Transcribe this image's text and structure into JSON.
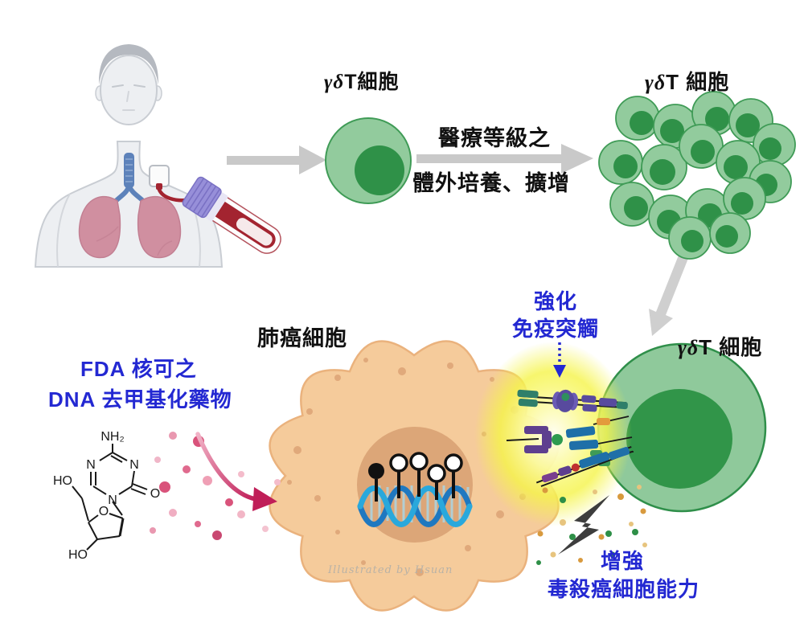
{
  "labels": {
    "greek": "γδ",
    "tcell_compact": "T細胞",
    "tcell_spaced": "T 細胞",
    "process_line1": "醫療等級之",
    "process_line2": "體外培養、擴增",
    "cancer_cell": "肺癌細胞",
    "synapse_line1": "強化",
    "synapse_line2": "免疫突觸",
    "drug_line1": "FDA 核可之",
    "drug_line2": "DNA 去甲基化藥物",
    "effect_line1": "增強",
    "effect_line2": "毒殺癌細胞能力",
    "watermark": "Illustrated by Hsuan"
  },
  "molecule": {
    "amine": "NH₂",
    "n_top_left": "N",
    "n_top_right": "N",
    "n_bottom": "N",
    "carbonyl_o": "O",
    "ring_o": "O",
    "hydroxyl_top": "HO",
    "hydroxyl_bottom": "HO"
  },
  "colors": {
    "label_blue": "#2328d2",
    "tcell_body": "#92cb9d",
    "tcell_nucleus": "#2f9148",
    "cancer_body": "#f5cb9b",
    "cancer_nucleus": "#dca678",
    "drug_arrow": "#c21f5e",
    "synapse_glow": "#f5f449",
    "arrow_gray": "#c9c9c9",
    "dna_strand_light": "#29a8dc",
    "dna_strand_dark": "#1f78c0",
    "blood_red": "#a32430",
    "tube_cap_purple": "#978fd9",
    "lung_pink": "#d18f9e"
  }
}
